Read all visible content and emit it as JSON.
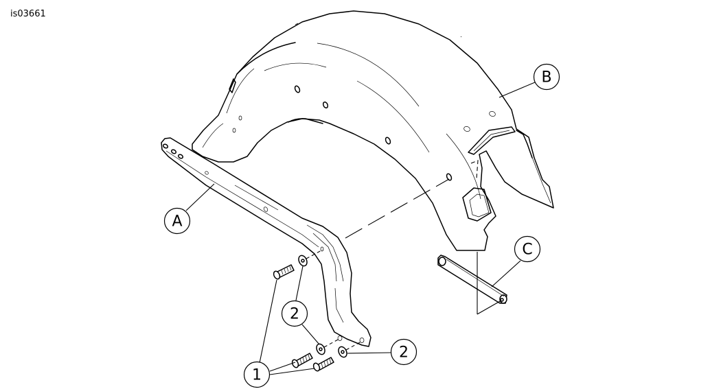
{
  "figure_id": "is03661",
  "callouts": {
    "a": "A",
    "b": "B",
    "c": "C",
    "n1": "1",
    "n2_left": "2",
    "n2_right": "2"
  }
}
